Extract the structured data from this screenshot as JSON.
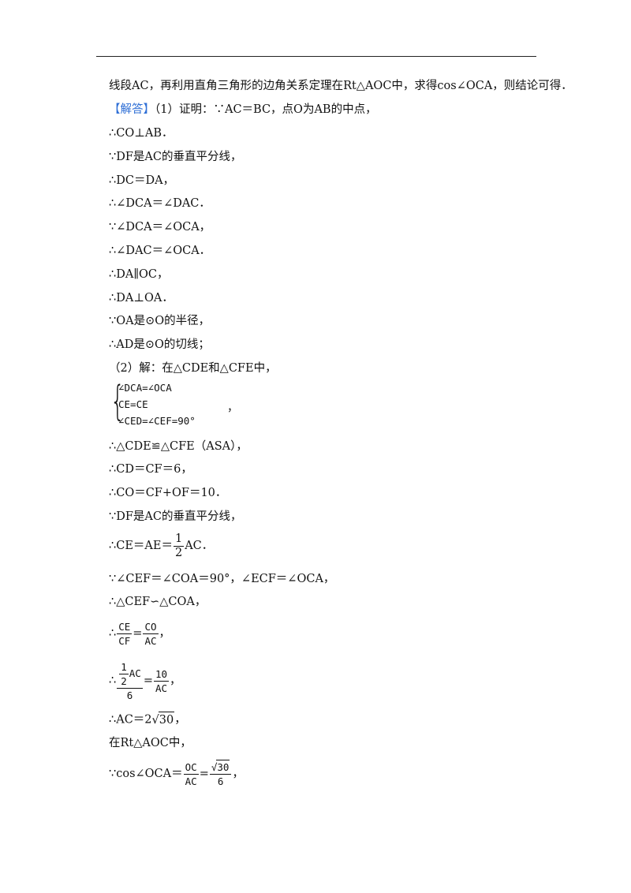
{
  "intro": "线段AC，再利用直角三角形的边角关系定理在Rt△AOC中，求得cos∠OCA，则结论可得．",
  "answer_tag": "【解答】",
  "p1_head": "（1）证明：∵AC＝BC，点O为AB的中点，",
  "p1": [
    "∴CO⊥AB．",
    "∵DF是AC的垂直平分线，",
    "∴DC＝DA，",
    "∴∠DCA＝∠DAC．",
    "∵∠DCA＝∠OCA，",
    "∴∠DAC＝∠OCA．",
    "∴DA∥OC，",
    "∴DA⊥OA．",
    "∵OA是⊙O的半径，",
    "∴AD是⊙O的切线；"
  ],
  "p2_head": "（2）解：在△CDE和△CFE中，",
  "system": [
    "∠DCA=∠OCA",
    "CE=CE",
    "∠CED=∠CEF=90°"
  ],
  "system_comma": "，",
  "p2": [
    "∴△CDE≌△CFE（ASA），",
    "∴CD＝CF＝6，",
    "∴CO＝CF+OF＝10．",
    "∵DF是AC的垂直平分线，"
  ],
  "ce_eq": {
    "prefix": "∴CE＝AE＝",
    "num": "1",
    "den": "2",
    "suffix": "AC．"
  },
  "p3": [
    "∵∠CEF＝∠COA＝90°，∠ECF＝∠OCA，",
    "∴△CEF∽△COA，"
  ],
  "ratio1": {
    "prefix": "∴",
    "n1": "CE",
    "d1": "CF",
    "eq": "=",
    "n2": "CO",
    "d2": "AC",
    "suffix": "，"
  },
  "ratio2": {
    "prefix": "∴",
    "inner_num": "1",
    "inner_den": "2",
    "inner_tail": "AC",
    "d1": "6",
    "eq": "=",
    "n2": "10",
    "d2": "AC",
    "suffix": "，"
  },
  "ac_val": {
    "prefix": "∴AC＝2",
    "rad": "30",
    "suffix": "，"
  },
  "rt_line": "在Rt△AOC中，",
  "cos_line": {
    "prefix": "∵cos∠OCA＝",
    "n1": "OC",
    "d1": "AC",
    "eq": "=",
    "rad": "30",
    "d2": "6",
    "suffix": "，"
  }
}
